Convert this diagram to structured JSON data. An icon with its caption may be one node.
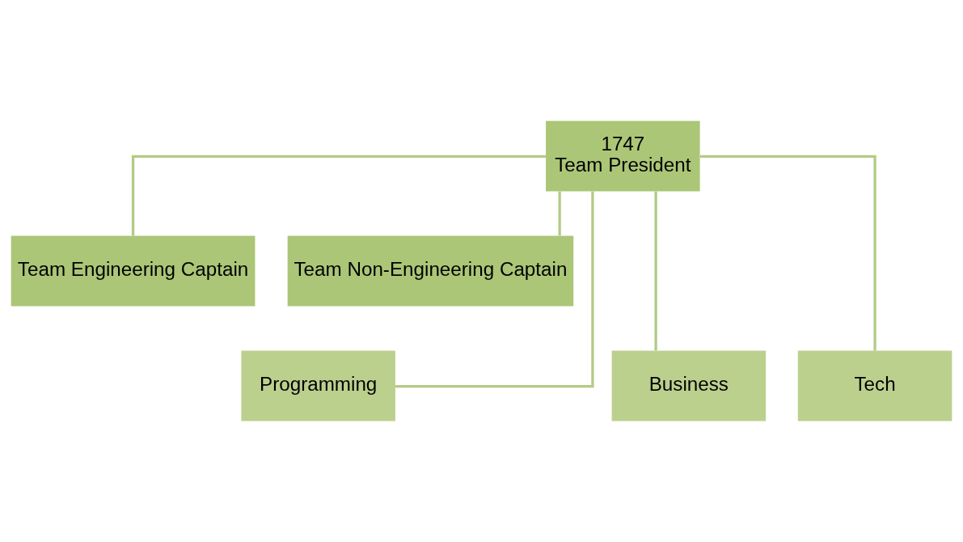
{
  "diagram": {
    "nodes": [
      {
        "text": [
          "1747",
          "Team President"
        ]
      },
      {
        "text": [
          "Team Engineering Captain"
        ]
      },
      {
        "text": [
          "Team Non-Engineering Captain"
        ]
      },
      {
        "text": [
          "Business"
        ]
      },
      {
        "text": [
          "Programming"
        ]
      },
      {
        "text": [
          "Tech"
        ]
      }
    ],
    "edges": [
      {
        "from": 0,
        "to": 1,
        "arrow": "none"
      },
      {
        "from": 0,
        "to": 2,
        "arrow": "none"
      },
      {
        "from": 0,
        "to": 3,
        "arrow": "none"
      },
      {
        "from": 0,
        "to": 4,
        "arrow": "none"
      },
      {
        "from": 0,
        "to": 5,
        "arrow": "none"
      }
    ]
  }
}
